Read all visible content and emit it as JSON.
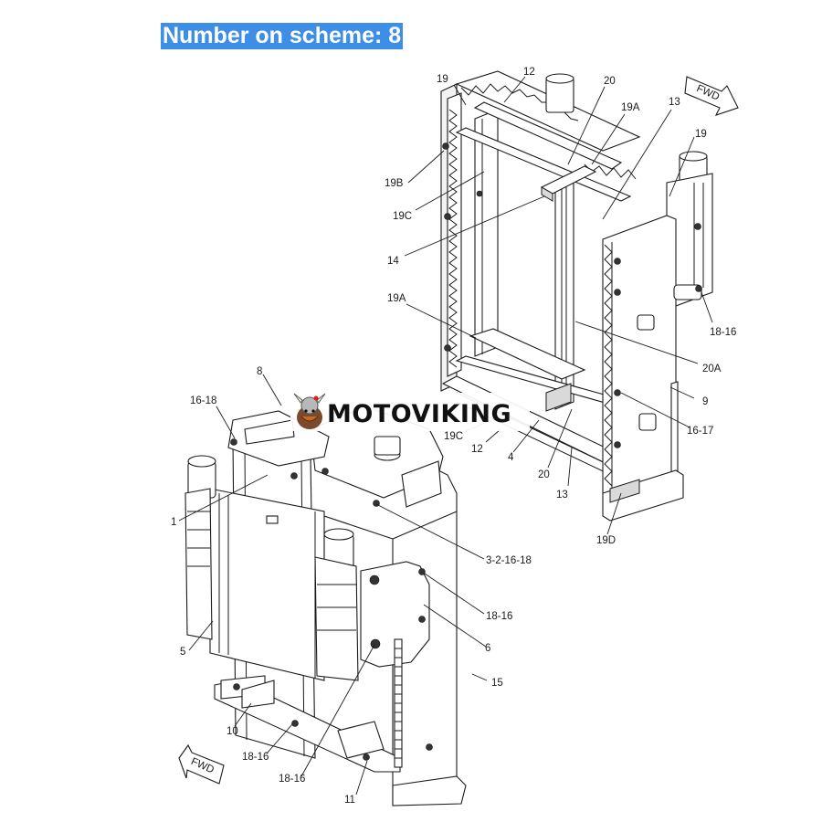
{
  "header": {
    "label": "Number on scheme: 8"
  },
  "watermark": {
    "brand": "MOTOVIKING",
    "logo_icon": "viking-mascot-icon"
  },
  "arrows": {
    "fwd_top": "FWD",
    "fwd_bottom": "FWD"
  },
  "labels": {
    "top": {
      "l19a": "19",
      "l12a": "12",
      "l20a": "20",
      "l19A_top": "19A",
      "l13a": "13",
      "l19b": "19",
      "l19B": "19B",
      "l19C_top": "19C",
      "l14": "14",
      "l19A_mid": "19A",
      "l18_16_right": "18-16",
      "l20A": "20A",
      "l9": "9",
      "l16_17": "16-17",
      "l19C_bot": "19C",
      "l12b": "12",
      "l4": "4",
      "l20b": "20",
      "l13b": "13",
      "l19D": "19D"
    },
    "bottom": {
      "l8": "8",
      "l16_18": "16-18",
      "l1": "1",
      "l3_2_16_18": "3-2-16-18",
      "l18_16_a": "18-16",
      "l6": "6",
      "l5": "5",
      "l15": "15",
      "l10": "10",
      "l18_16_b": "18-16",
      "l18_16_c": "18-16",
      "l11": "11"
    }
  }
}
